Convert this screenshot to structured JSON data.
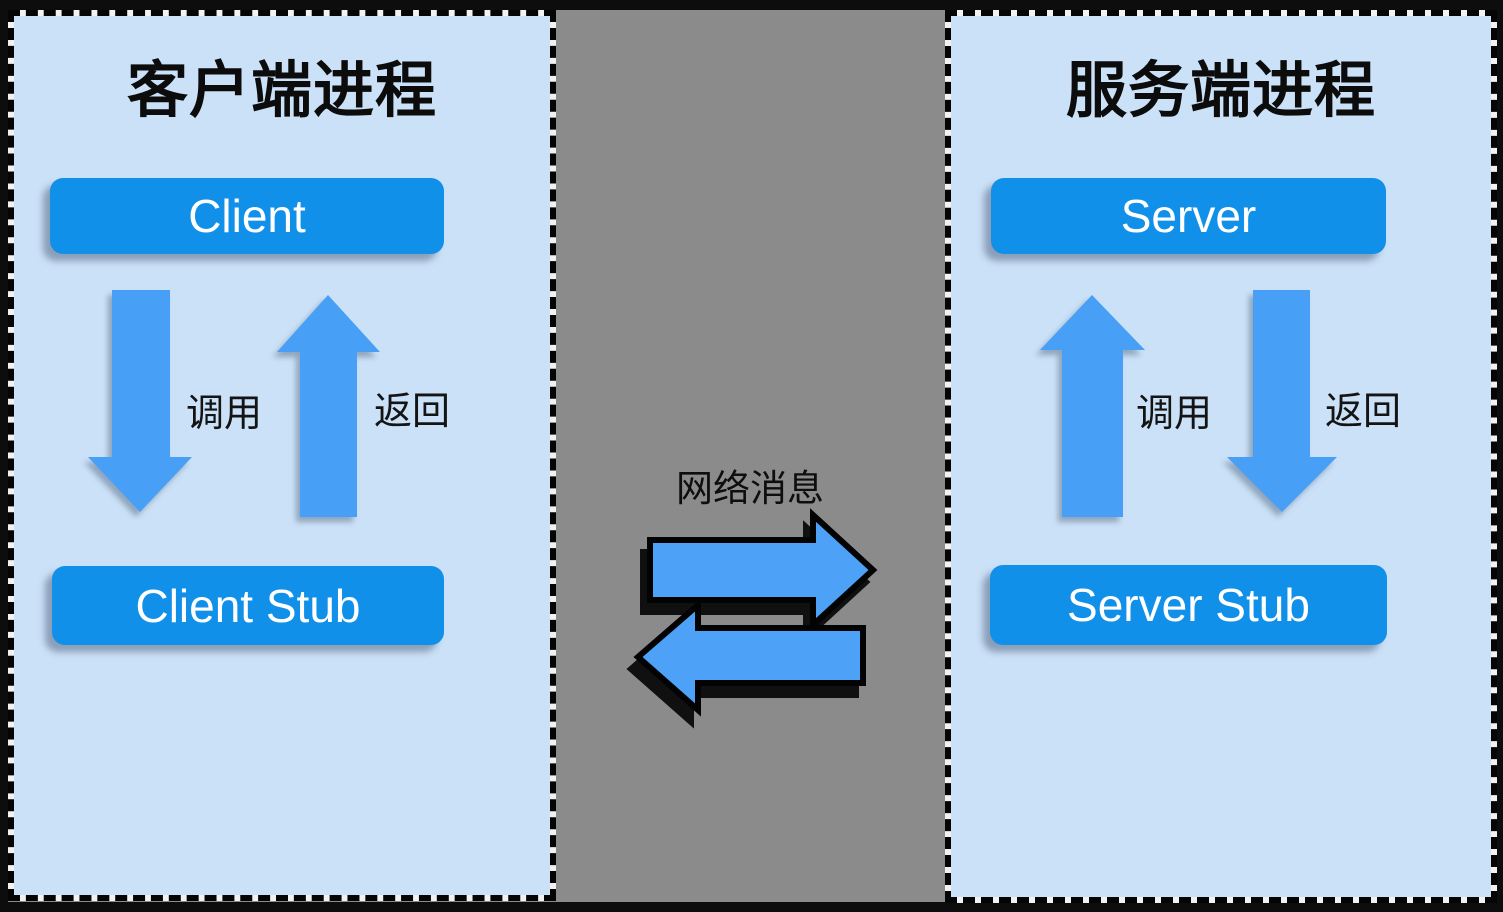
{
  "colors": {
    "frame-black": "#0d0d0d",
    "canvas-gray": "#8b8b8b",
    "panel-bg": "#cbe1f7",
    "box-blue": "#1190e9",
    "arrow-blue": "#47a0f6",
    "harrow-blue": "#4da2f8",
    "box-text": "#ffffff"
  },
  "left_panel": {
    "title": "客户端进程",
    "top_box_label": "Client",
    "bottom_box_label": "Client Stub",
    "call_label": "调用",
    "return_label": "返回"
  },
  "right_panel": {
    "title": "服务端进程",
    "top_box_label": "Server",
    "bottom_box_label": "Server Stub",
    "call_label": "调用",
    "return_label": "返回"
  },
  "network": {
    "label": "网络消息"
  }
}
